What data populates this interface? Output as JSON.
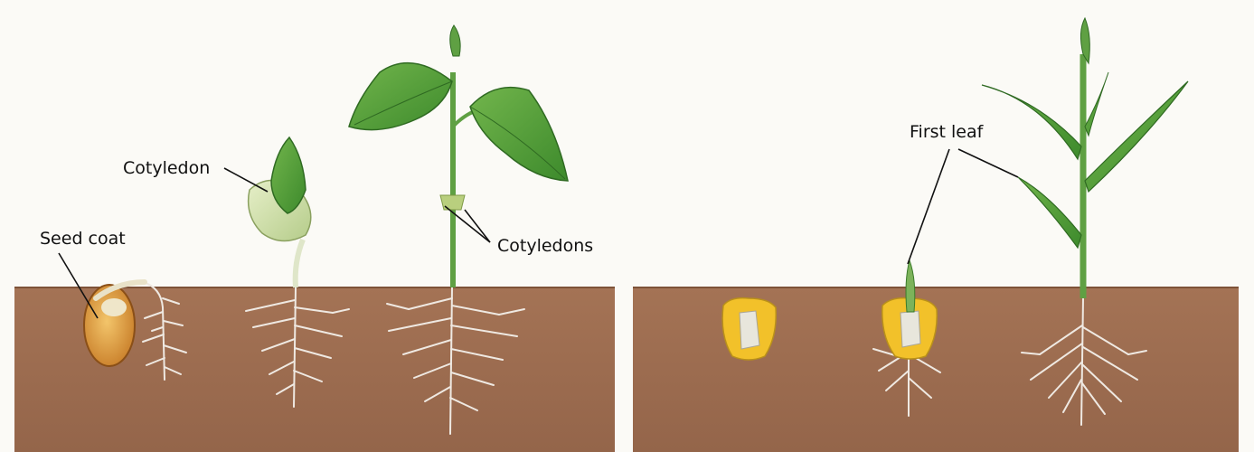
{
  "labels": {
    "seed_coat": "Seed coat",
    "cotyledon": "Cotyledon",
    "cotyledons": "Cotyledons",
    "first_leaf": "First leaf"
  },
  "colors": {
    "background": "#fbfaf6",
    "soil": "#9c6a4d",
    "leaf_green": "#4f9a3a",
    "stem_green": "#8fbf78",
    "root": "#efe9e2",
    "bean_seed": "#e3a24a",
    "corn_kernel": "#f2c12a"
  }
}
